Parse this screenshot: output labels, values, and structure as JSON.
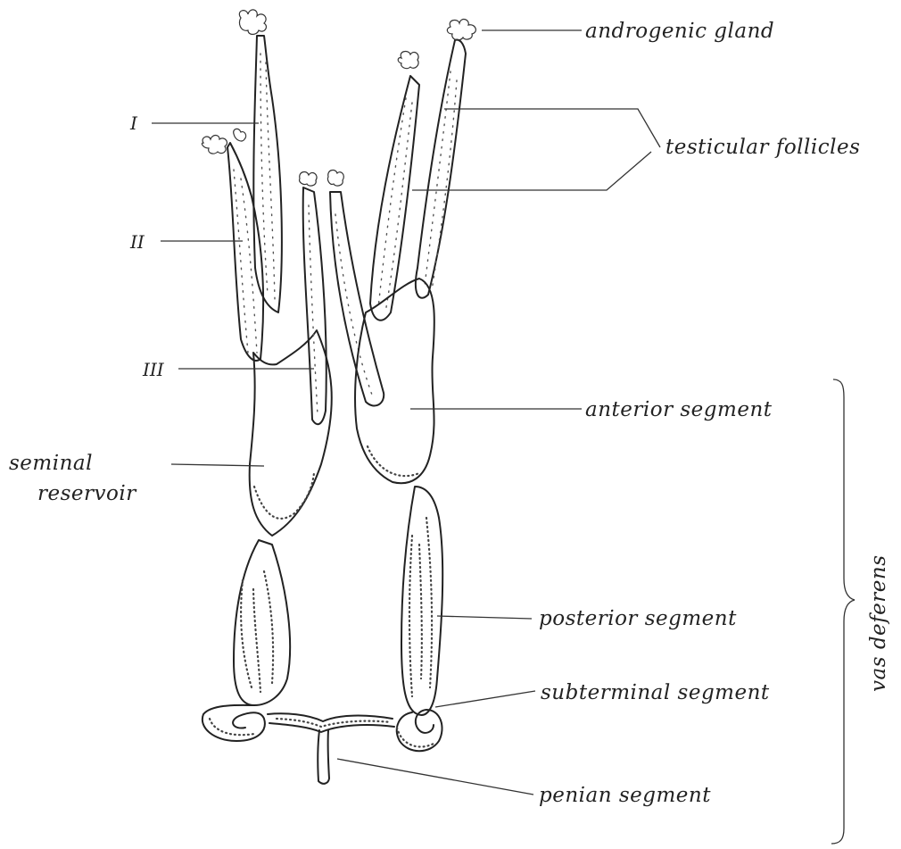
{
  "labels": {
    "androgenic_gland": "androgenic gland",
    "testicular_follicles": "testicular follicles",
    "follicle_I": "I",
    "follicle_II": "II",
    "follicle_III": "III",
    "anterior_segment": "anterior segment",
    "seminal_reservoir_line1": "seminal",
    "seminal_reservoir_line2": "reservoir",
    "posterior_segment": "posterior segment",
    "subterminal_segment": "subterminal segment",
    "penian_segment": "penian segment",
    "vas_deferens": "vas deferens"
  }
}
